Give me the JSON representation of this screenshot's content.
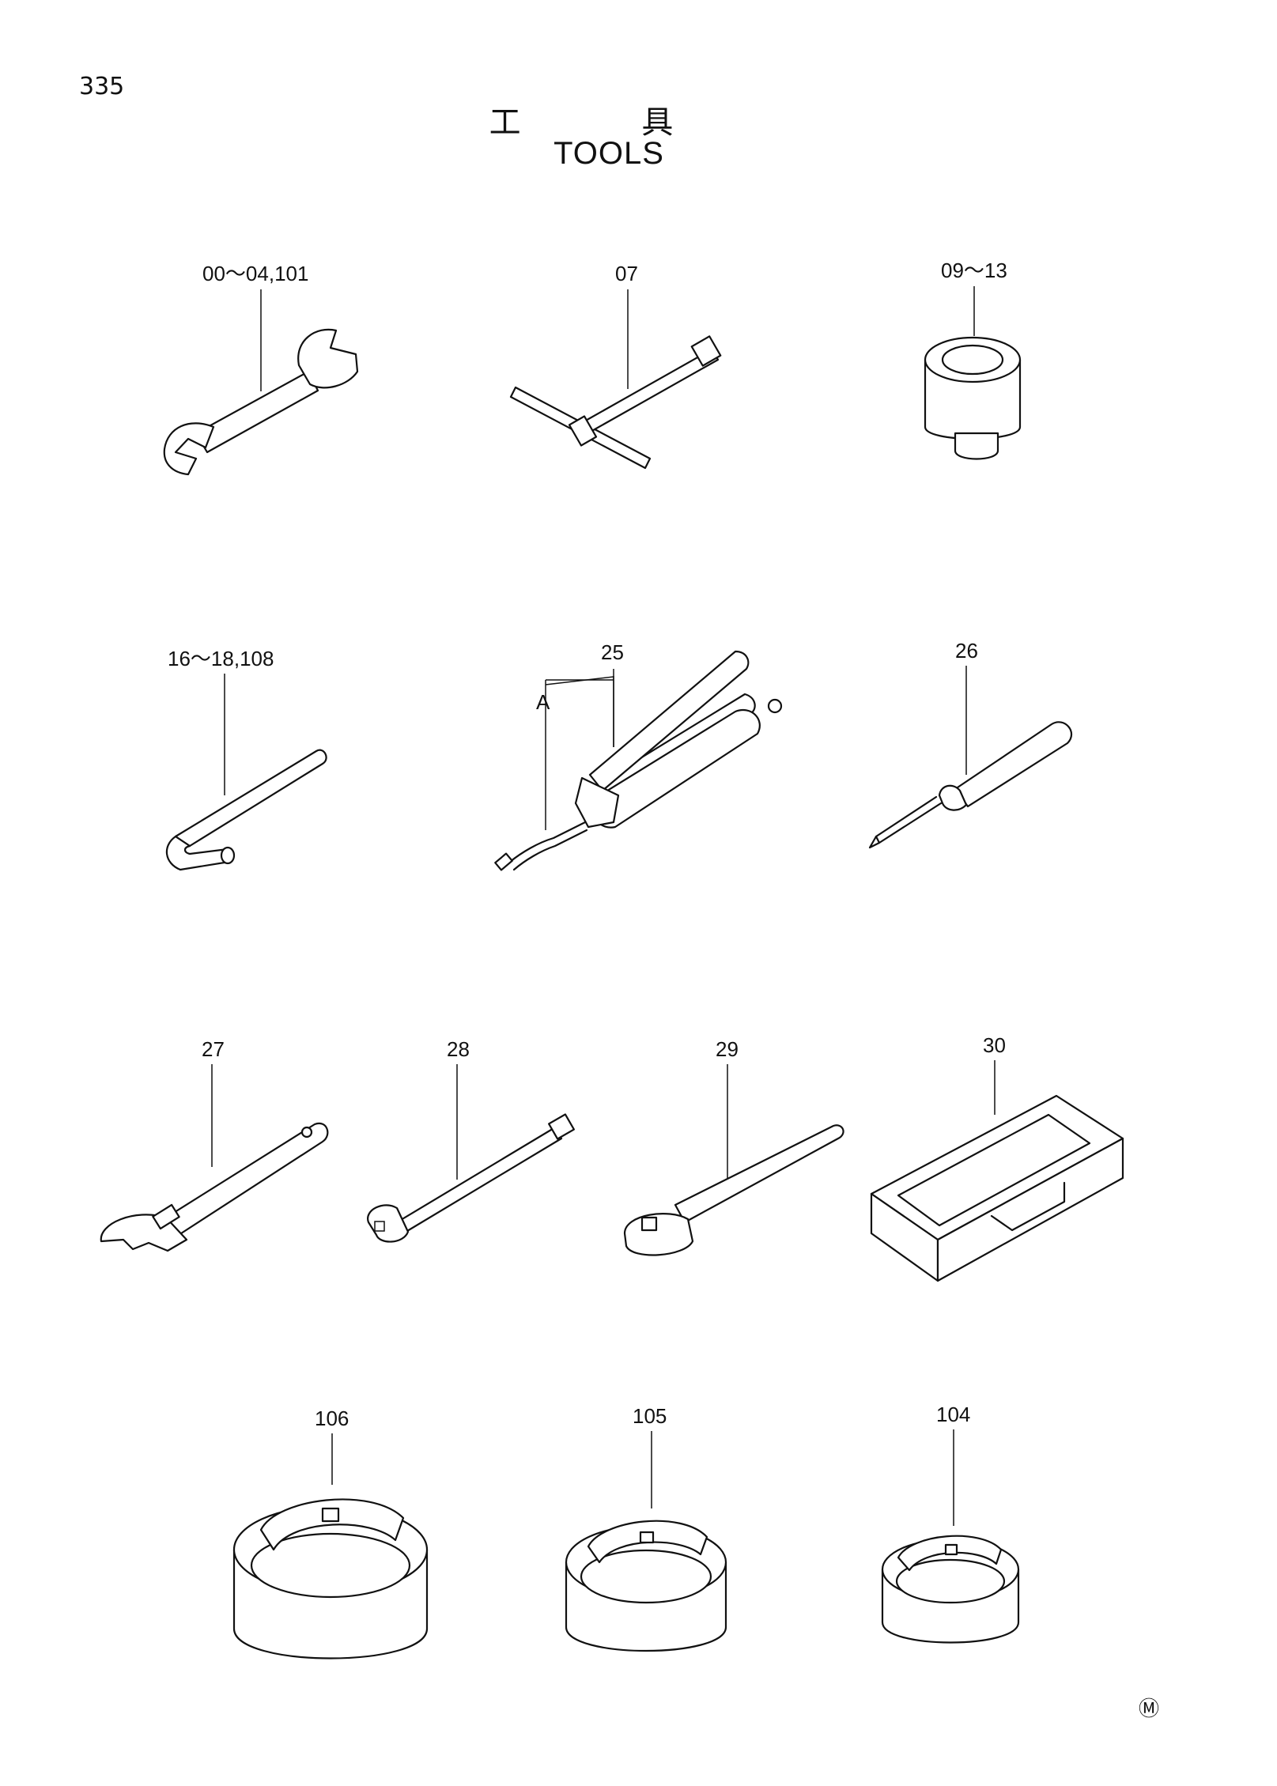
{
  "page_number": "335",
  "title_jp": "工 具",
  "title_en": "TOOLS",
  "callouts": {
    "spanner": "00～04,101",
    "t_wrench": "07",
    "socket": "09～13",
    "hex_key": "16～18,108",
    "grease_gun": "25",
    "grease_gun_sub": "A",
    "screwdriver": "26",
    "adjustable_wrench": "27",
    "extension_bar": "28",
    "ratchet_handle": "29",
    "tool_box": "30",
    "filter_wrench_large": "106",
    "filter_wrench_medium": "105",
    "filter_wrench_small": "104"
  },
  "footer_mark": "Ⓜ"
}
